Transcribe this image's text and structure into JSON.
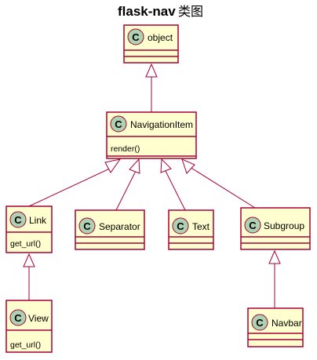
{
  "title": {
    "main": "flask-nav",
    "suffix": "类图"
  },
  "class_marker": "C",
  "classes": {
    "object": {
      "name": "object",
      "methods": []
    },
    "navigation_item": {
      "name": "NavigationItem",
      "methods": [
        "render()"
      ]
    },
    "link": {
      "name": "Link",
      "methods": [
        "get_url()"
      ]
    },
    "separator": {
      "name": "Separator",
      "methods": []
    },
    "text": {
      "name": "Text",
      "methods": []
    },
    "subgroup": {
      "name": "Subgroup",
      "methods": []
    },
    "view": {
      "name": "View",
      "methods": [
        "get_url()"
      ]
    },
    "navbar": {
      "name": "Navbar",
      "methods": []
    }
  },
  "colors": {
    "box_fill": "#FEFECE",
    "border": "#A80036",
    "class_circle": "#ADD1B2"
  }
}
